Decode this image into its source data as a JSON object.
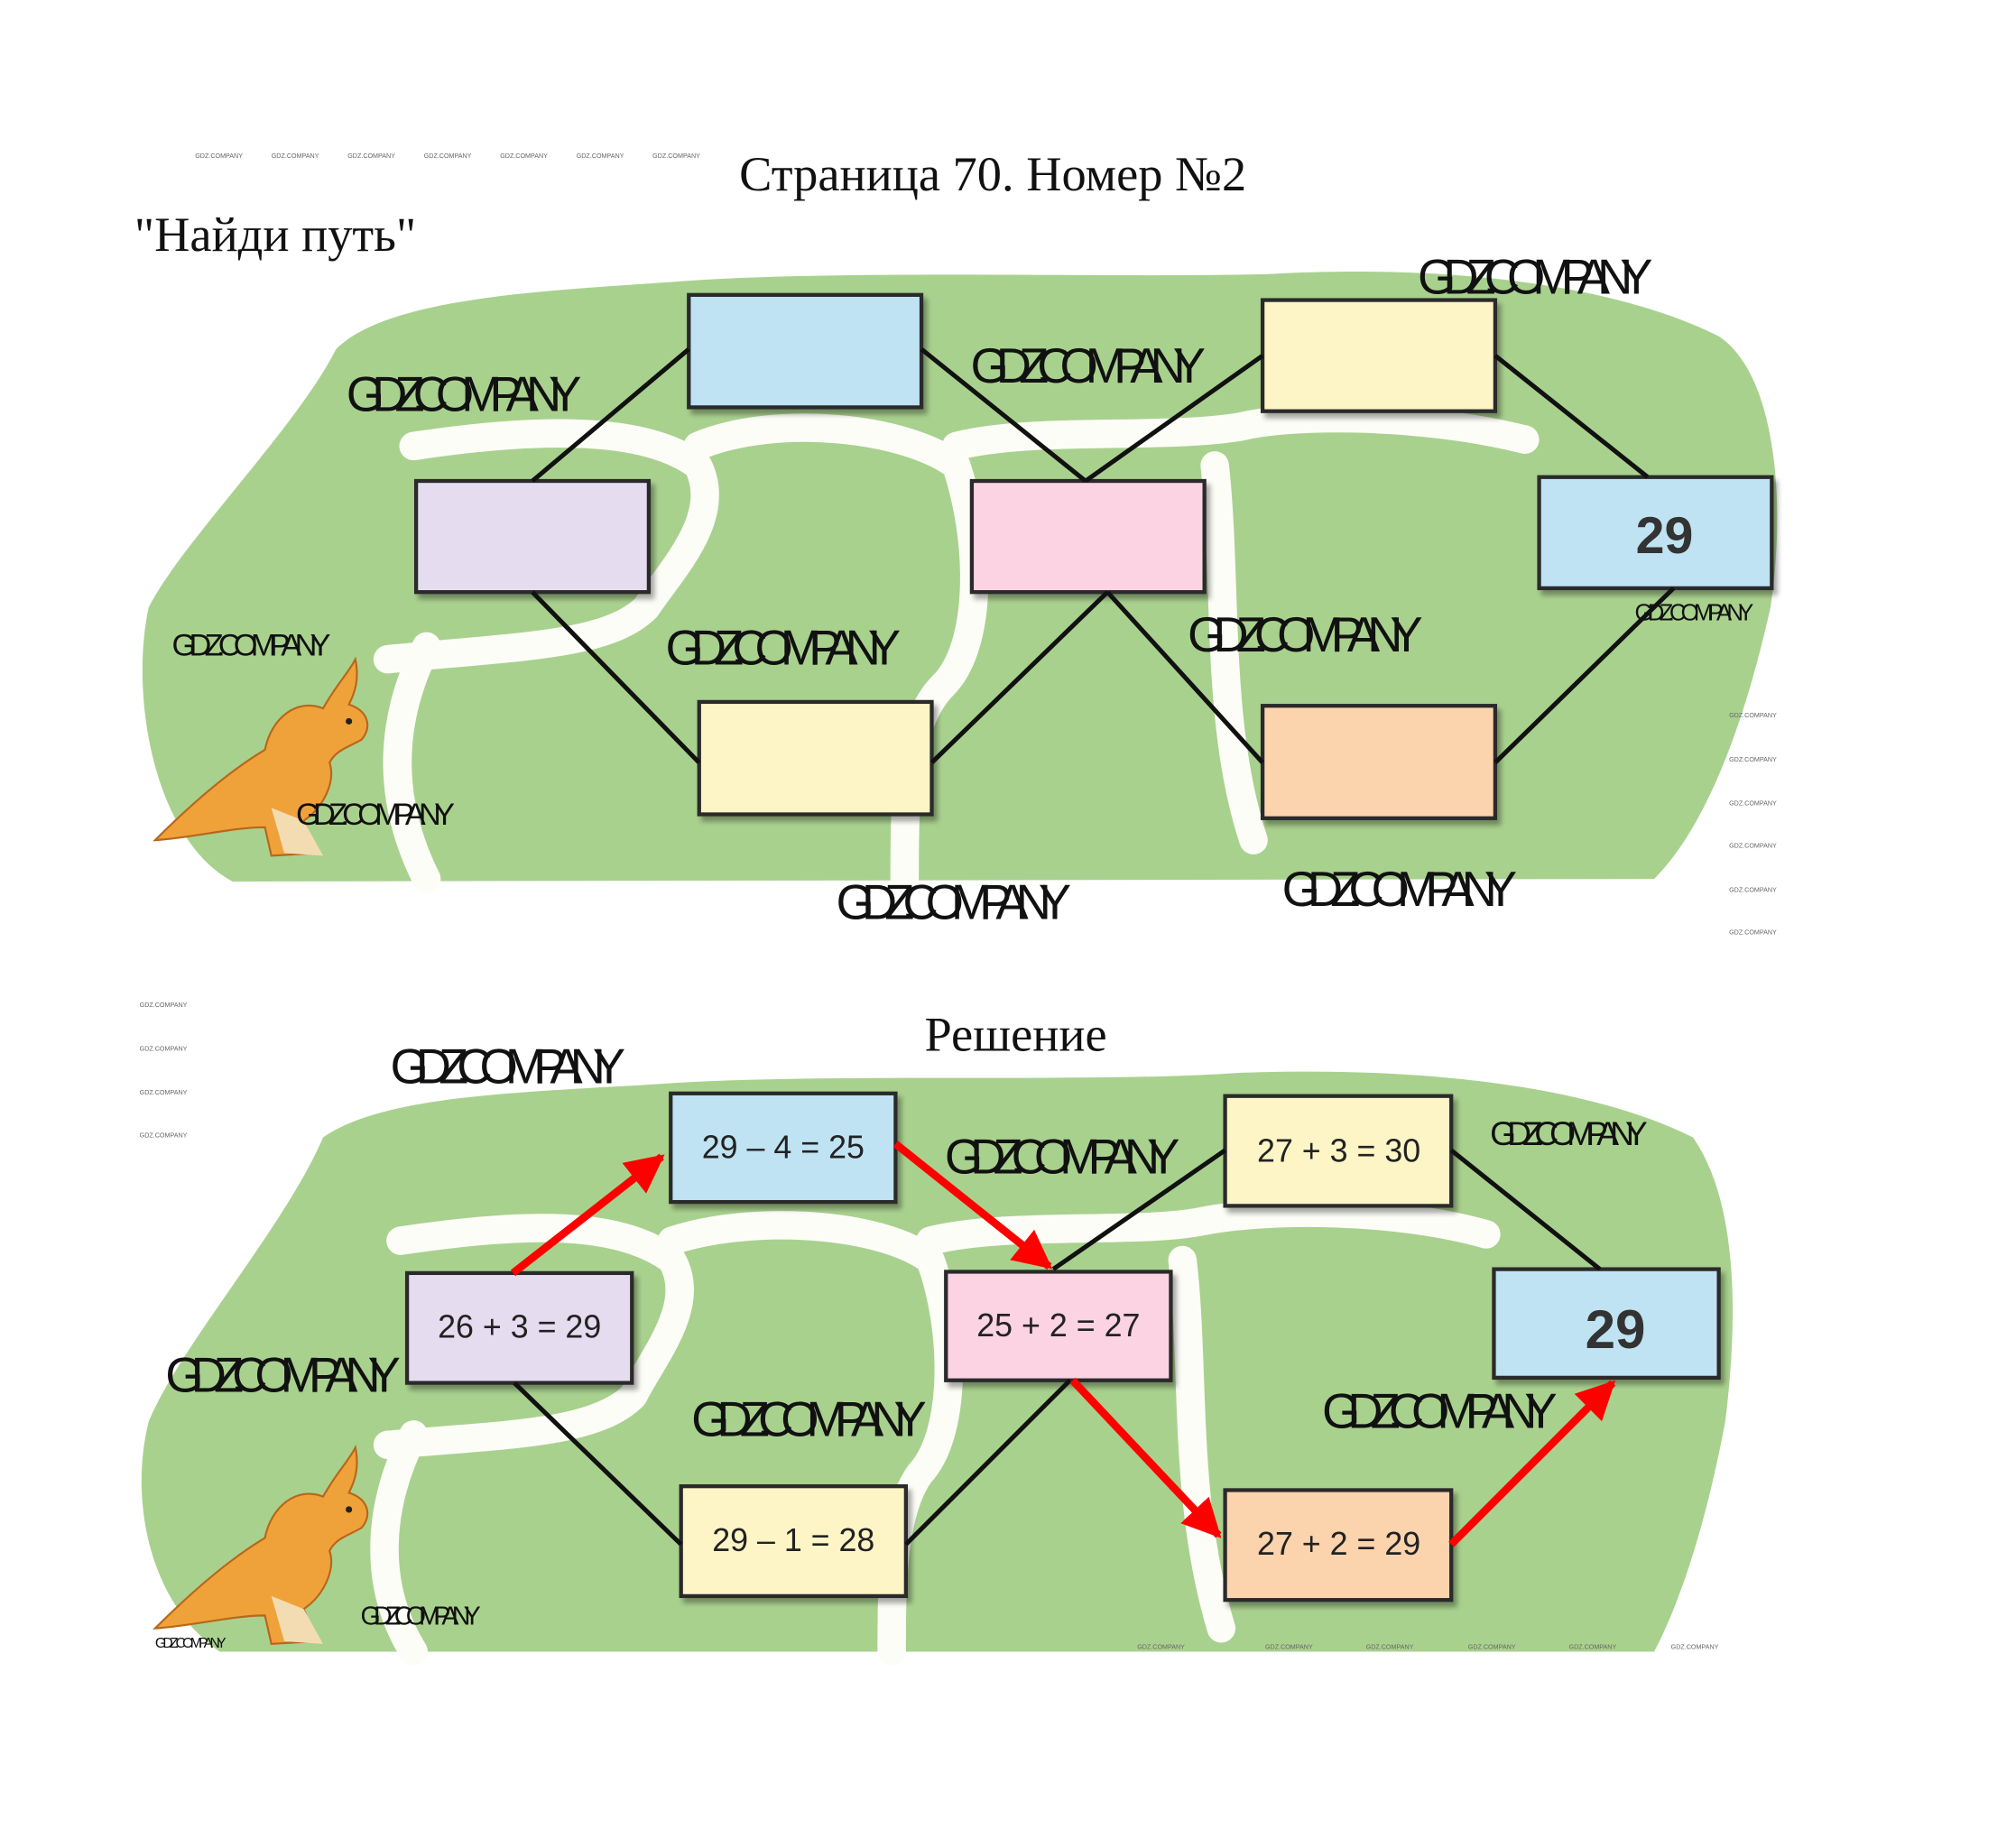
{
  "header": {
    "title": "Страница 70. Номер №2",
    "task_title": "\"Найди путь\"",
    "solution_title": "Решение"
  },
  "watermark": "GDZ.COMPANY",
  "colors": {
    "green": "#a9d18e",
    "blue": "#bfe3f2",
    "yellow": "#fdf5c6",
    "purple": "#e6dcef",
    "pink": "#fbd3e3",
    "orange": "#fbd3ad",
    "arrow": "#ff0000"
  },
  "puzzle": {
    "target": "29"
  },
  "solution": {
    "boxes": {
      "purple": "26 + 3 = 29",
      "blue_top": "29 – 4 = 25",
      "pink": "25 + 2 = 27",
      "yellow_top": "27 + 3 = 30",
      "yellow_bottom": "29 – 1 = 28",
      "orange": "27 + 2 = 29",
      "blue_right": "29"
    }
  }
}
